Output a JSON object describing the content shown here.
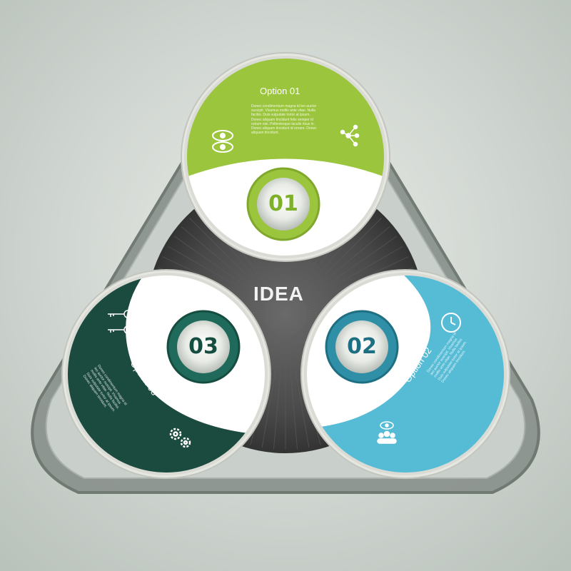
{
  "center": {
    "label": "IDEA"
  },
  "options": [
    {
      "title": "Option 01",
      "number": "01",
      "text": "Donec condimentum magna id leo auctor suscipit. Vivamus mollis ante vitae. Nulla facilisi. Duis vulputate tortor at ipsum. Donec aliquam tincidunt felis semper id rutrum nisi. Pellentesque iaculis risus in. Donec aliquam tincidunt id ornare. Donec aliquam tincidunt.",
      "color": "#9bc53d",
      "icons": [
        "eye-icon",
        "network-nodes-icon"
      ]
    },
    {
      "title": "Option 02",
      "number": "02",
      "text": "Donec condimentum magna id leo auctor suscipit. Vivamus mollis ante vitae. Nulla facilisi. Duis vulputate tortor at ipsum. Donec aliquam tincidunt.",
      "color": "#56bcd6",
      "icons": [
        "clock-icon",
        "team-vision-icon"
      ]
    },
    {
      "title": "Option 03",
      "number": "03",
      "text": "Donec condimentum magna id leo auctor suscipit. Vivamus mollis ante vitae. Nulla facilisi. Duis vulputate tortor at ipsum. Donec aliquam tincidunt.",
      "color": "#1b4a3f",
      "icons": [
        "keys-icon",
        "gears-icon"
      ]
    }
  ]
}
